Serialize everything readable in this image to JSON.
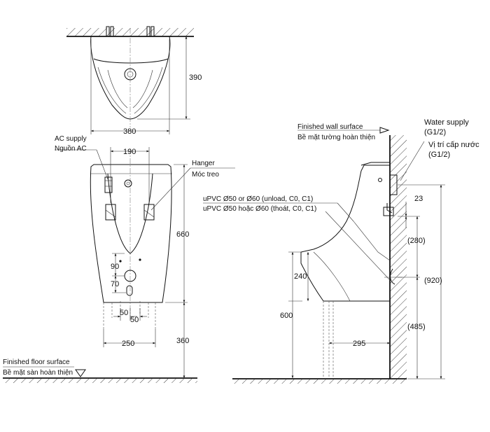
{
  "labels": {
    "ac_supply_en": "AC supply",
    "ac_supply_vi": "Nguồn AC",
    "hanger_en": "Hanger",
    "hanger_vi": "Móc treo",
    "finished_floor_en": "Finished floor surface",
    "finished_floor_vi": "Bề mặt sàn hoàn thiện",
    "finished_wall_en": "Finished wall surface",
    "finished_wall_vi": "Bề mặt tường hoàn thiện",
    "water_supply_en": "Water supply",
    "water_supply_en_size": "(G1/2)",
    "water_supply_vi": "Vị trí cấp nước",
    "water_supply_vi_size": "(G1/2)",
    "drain_en": "uPVC Ø50 or Ø60 (unload, C0, C1)",
    "drain_vi": "uPVC Ø50 hoặc Ø60 (thoát, C0, C1)"
  },
  "dimensions": {
    "top_depth": "390",
    "top_width": "380",
    "hanger_spacing": "190",
    "body_height": "660",
    "inlet_offset": "90",
    "drain_offset": "70",
    "drain_left": "50",
    "drain_right": "50",
    "bottom_width": "250",
    "floor_clearance": "360",
    "pipe_clearance": "23",
    "hanger_to_supply": "(280)",
    "total_height": "(920)",
    "drain_height": "(485)",
    "rim_offset": "240",
    "rim_height": "600",
    "projection": "295"
  },
  "colors": {
    "line": "#111111",
    "background": "#ffffff"
  }
}
